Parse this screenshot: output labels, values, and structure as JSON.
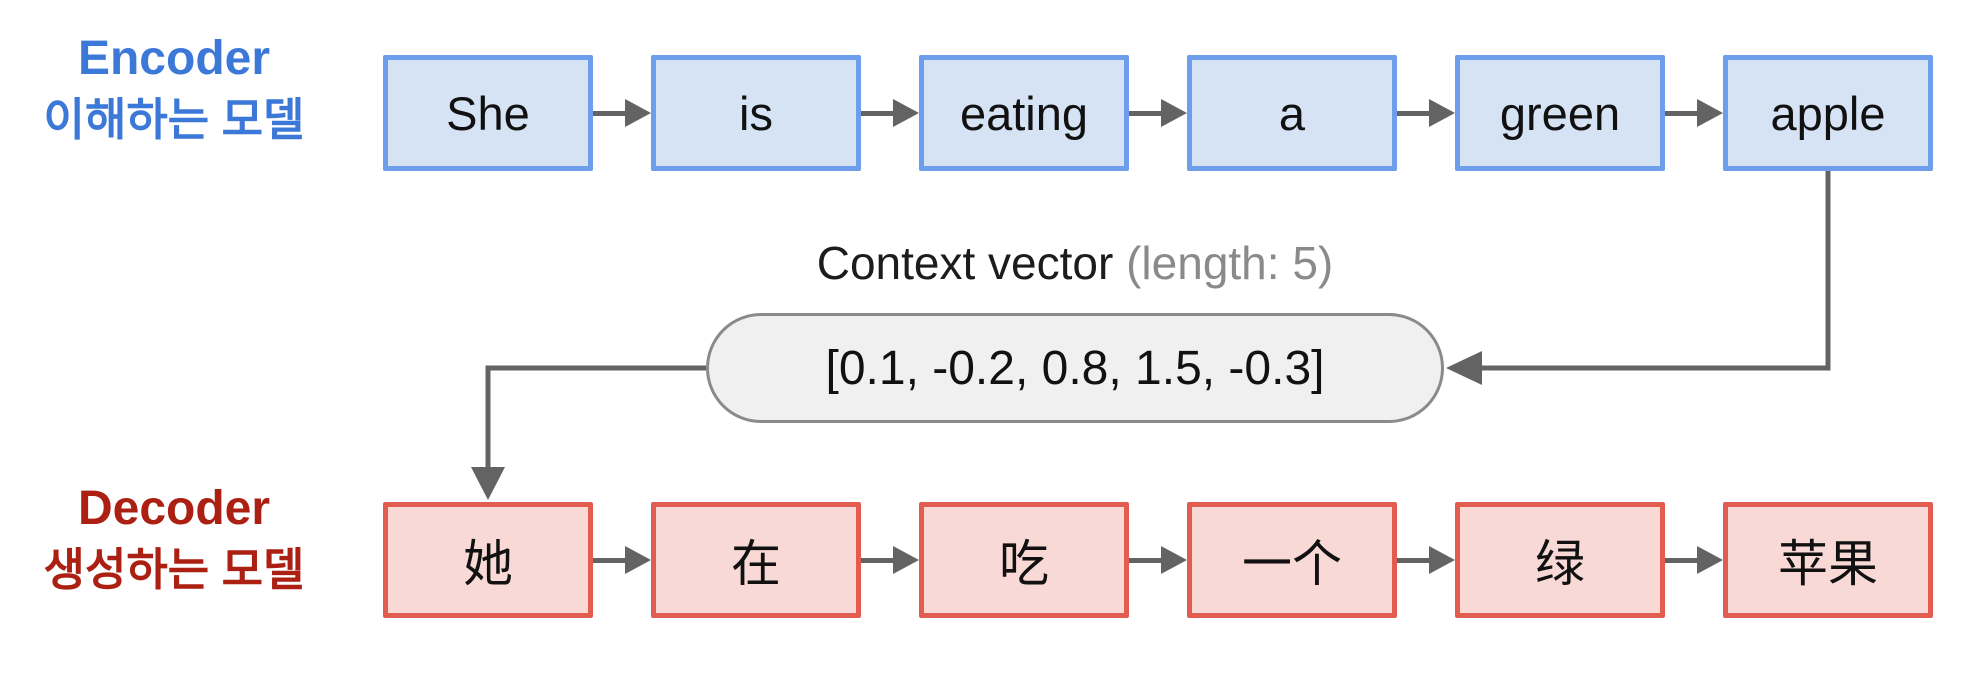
{
  "encoder": {
    "label": "Encoder",
    "sublabel": "이해하는 모델",
    "tokens": [
      "She",
      "is",
      "eating",
      "a",
      "green",
      "apple"
    ]
  },
  "context": {
    "title": "Context vector",
    "note": "(length: 5)",
    "vector": "[0.1, -0.2, 0.8, 1.5, -0.3]"
  },
  "decoder": {
    "label": "Decoder",
    "sublabel": "생성하는 모델",
    "tokens": [
      "她",
      "在",
      "吃",
      "一个",
      "绿",
      "苹果"
    ]
  },
  "colors": {
    "encoder_label": "#3c78d8",
    "encoder_box_fill": "#d5e3f5",
    "encoder_box_border": "#6d9eeb",
    "decoder_label": "#ab2012",
    "decoder_box_fill": "#f8d9d5",
    "decoder_box_border": "#e25c50",
    "pill_fill": "#f0f0f0",
    "pill_border": "#8a8a8a",
    "note_gray": "#8a8a8a",
    "arrow": "#636363"
  }
}
